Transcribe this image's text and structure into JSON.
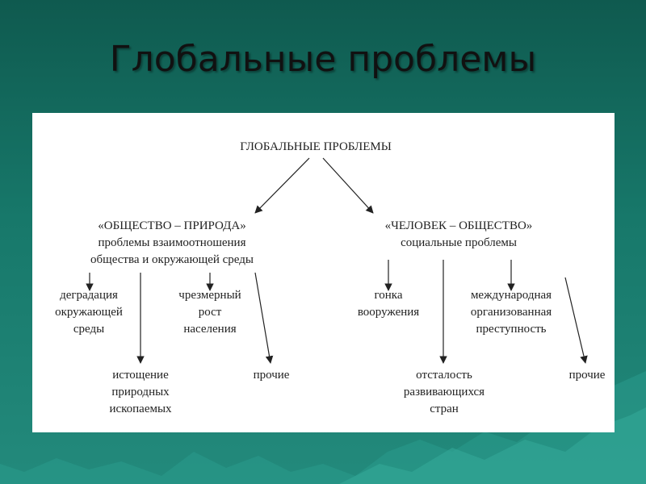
{
  "slide": {
    "title": "Глобальные проблемы"
  },
  "diagram": {
    "root": "ГЛОБАЛЬНЫЕ ПРОБЛЕМЫ",
    "left_branch": {
      "heading": "«ОБЩЕСТВО – ПРИРОДА»",
      "subtitle_line1": "проблемы взаимоотношения",
      "subtitle_line2": "общества и окружающей среды",
      "items": [
        {
          "line1": "деградация",
          "line2": "окружающей",
          "line3": "среды"
        },
        {
          "line1": "чрезмерный",
          "line2": "рост",
          "line3": "населения"
        },
        {
          "line1": "истощение",
          "line2": "природных",
          "line3": "ископаемых"
        },
        {
          "line1": "прочие"
        }
      ]
    },
    "right_branch": {
      "heading": "«ЧЕЛОВЕК – ОБЩЕСТВО»",
      "subtitle_line1": "социальные проблемы",
      "items": [
        {
          "line1": "гонка",
          "line2": "вооружения"
        },
        {
          "line1": "международная",
          "line2": "организованная",
          "line3": "преступность"
        },
        {
          "line1": "отсталость",
          "line2": "развивающихся",
          "line3": "стран"
        },
        {
          "line1": "прочие"
        }
      ]
    }
  }
}
